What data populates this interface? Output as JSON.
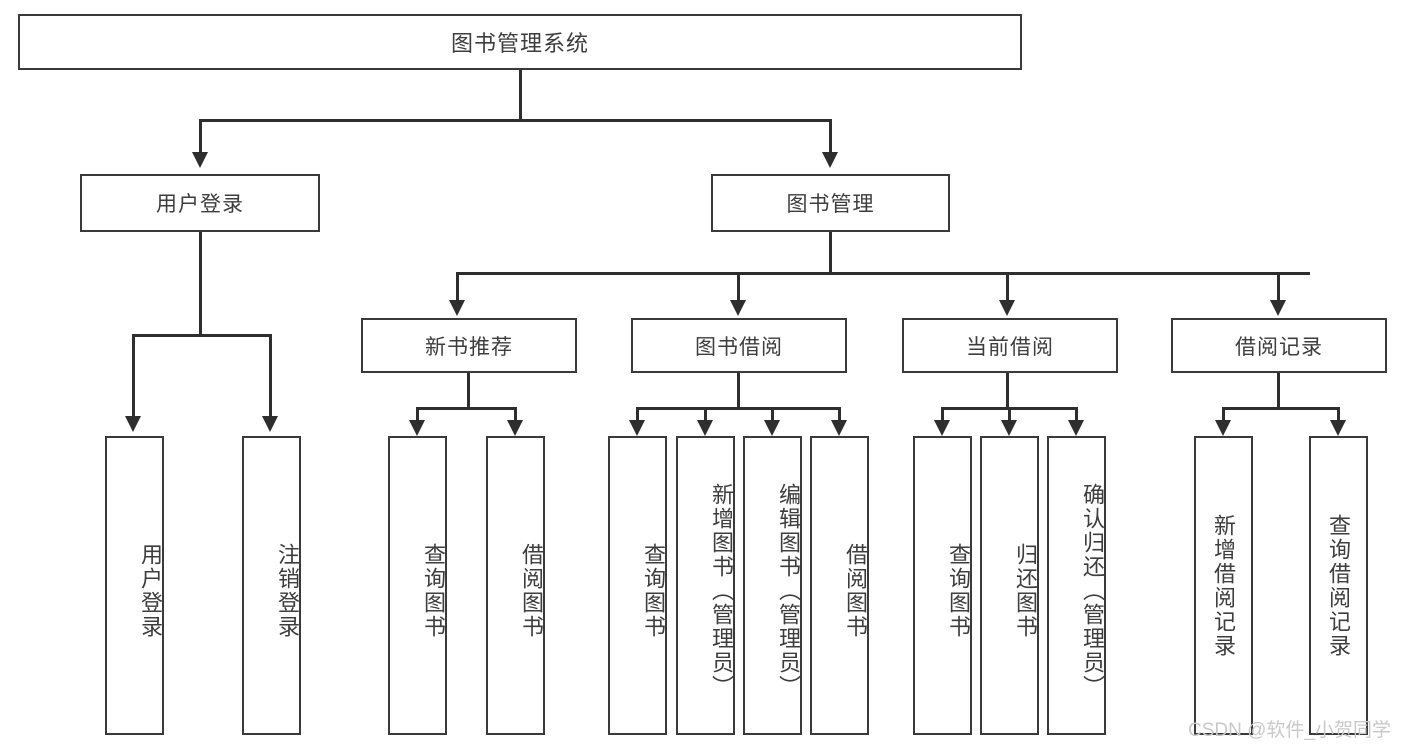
{
  "diagram": {
    "title": "图书管理系统",
    "watermark": "CSDN @软件_小贺同学",
    "colors": {
      "box_border": "#3a3a3a",
      "edge": "#2e2e2e",
      "text": "#3d3d3d",
      "background": "#ffffff",
      "watermark": "#c9c9c9"
    },
    "nodes": {
      "root": "图书管理系统",
      "level1": [
        "用户登录",
        "图书管理"
      ],
      "level2": [
        "新书推荐",
        "图书借阅",
        "当前借阅",
        "借阅记录"
      ],
      "leaves_user_login": [
        "用户登录",
        "注销登录"
      ],
      "leaves_new_book": [
        "查询图书",
        "借阅图书"
      ],
      "leaves_borrow": [
        "查询图书",
        "新增图书（管理员）",
        "编辑图书（管理员）",
        "借阅图书"
      ],
      "leaves_current": [
        "查询图书",
        "归还图书",
        "确认归还（管理员）"
      ],
      "leaves_record": [
        "新增借阅记录",
        "查询借阅记录"
      ]
    }
  },
  "chart_data": {
    "type": "table",
    "title": "图书管理系统",
    "structure": "tree",
    "hierarchy": [
      {
        "label": "图书管理系统",
        "level": 0,
        "children": [
          {
            "label": "用户登录",
            "level": 1,
            "children": [
              {
                "label": "用户登录",
                "level": 2,
                "children": []
              },
              {
                "label": "注销登录",
                "level": 2,
                "children": []
              }
            ]
          },
          {
            "label": "图书管理",
            "level": 1,
            "children": [
              {
                "label": "新书推荐",
                "level": 2,
                "children": [
                  {
                    "label": "查询图书",
                    "level": 3,
                    "children": []
                  },
                  {
                    "label": "借阅图书",
                    "level": 3,
                    "children": []
                  }
                ]
              },
              {
                "label": "图书借阅",
                "level": 2,
                "children": [
                  {
                    "label": "查询图书",
                    "level": 3,
                    "children": []
                  },
                  {
                    "label": "新增图书（管理员）",
                    "level": 3,
                    "children": []
                  },
                  {
                    "label": "编辑图书（管理员）",
                    "level": 3,
                    "children": []
                  },
                  {
                    "label": "借阅图书",
                    "level": 3,
                    "children": []
                  }
                ]
              },
              {
                "label": "当前借阅",
                "level": 2,
                "children": [
                  {
                    "label": "查询图书",
                    "level": 3,
                    "children": []
                  },
                  {
                    "label": "归还图书",
                    "level": 3,
                    "children": []
                  },
                  {
                    "label": "确认归还（管理员）",
                    "level": 3,
                    "children": []
                  }
                ]
              },
              {
                "label": "借阅记录",
                "level": 2,
                "children": [
                  {
                    "label": "新增借阅记录",
                    "level": 3,
                    "children": []
                  },
                  {
                    "label": "查询借阅记录",
                    "level": 3,
                    "children": []
                  }
                ]
              }
            ]
          }
        ]
      }
    ]
  }
}
